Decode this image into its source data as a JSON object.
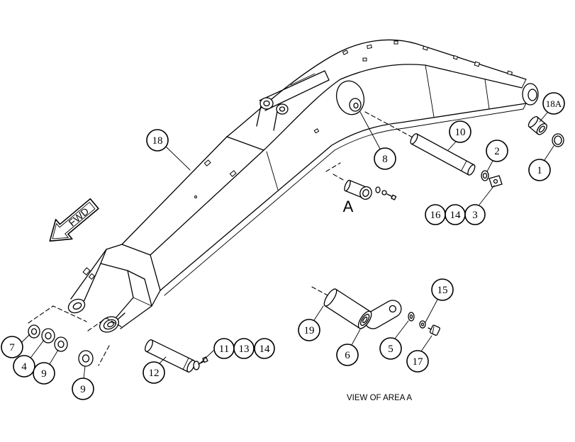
{
  "main_view": {
    "callouts": [
      "18",
      "18A",
      "1",
      "10",
      "2",
      "8",
      "16",
      "14",
      "3",
      "7",
      "4",
      "9",
      "9",
      "12",
      "11",
      "13",
      "14"
    ],
    "area_marker": "A",
    "direction_arrow": "FWD"
  },
  "detail_view": {
    "callouts": [
      "19",
      "6",
      "5",
      "15",
      "17"
    ],
    "caption": "VIEW OF AREA A"
  },
  "colors": {
    "ink": "#000000",
    "paper": "#ffffff"
  }
}
